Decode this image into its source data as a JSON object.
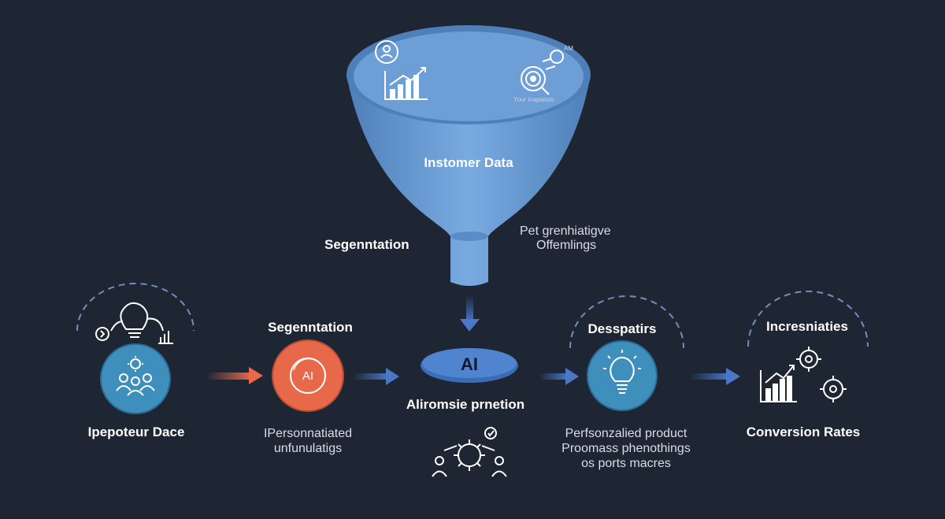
{
  "funnel": {
    "icon_caption": "Your inapanoo",
    "tiny_mark": "AM",
    "title": "Instomer Data"
  },
  "side_labels": {
    "left": "Segenntation",
    "right_line1": "Pet grenhiatigve",
    "right_line2": "Offemlings"
  },
  "center": {
    "pill_label": "AI",
    "caption": "Aliromsie prnetion"
  },
  "stages": [
    {
      "title": "",
      "label": "Ipepoteur Dace",
      "sub": []
    },
    {
      "title": "Segenntation",
      "label": "",
      "badge": "AI",
      "sub": [
        "IPersonnatiated",
        "unfunulatigs"
      ]
    },
    {
      "title": "Desspatirs",
      "label": "",
      "sub": [
        "Perfsonzalied product",
        "Proomass phenothings",
        "os ports macres"
      ]
    },
    {
      "title": "Incresniaties",
      "label": "Conversion Rates",
      "sub": []
    }
  ],
  "colors": {
    "background": "#1e2533",
    "funnel": "#6f9fd6",
    "node_blue": "#3f8fbd",
    "node_orange": "#e8694a",
    "arrow_blue": "#4a78c6",
    "arrow_orange": "#e8694a"
  }
}
